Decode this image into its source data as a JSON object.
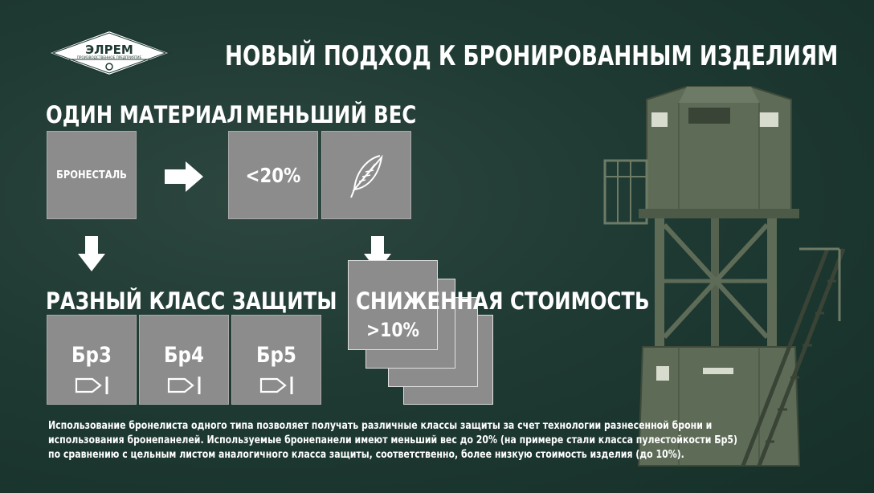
{
  "logo": {
    "brand": "ЭЛРЕМ",
    "tagline": "ПРОИЗВОДСТВЕННОЕ ПРЕДПРИЯТИЕ"
  },
  "title": "НОВЫЙ ПОДХОД К БРОНИРОВАННЫМ ИЗДЕЛИЯМ",
  "sections": {
    "material": {
      "heading": "ОДИН МАТЕРИАЛ",
      "box_label": "БРОНЕСТАЛЬ"
    },
    "weight": {
      "heading": "МЕНЬШИЙ ВЕС",
      "box_label": "<20%",
      "icon": "feather-icon"
    },
    "protection": {
      "heading": "РАЗНЫЙ КЛАСС ЗАЩИТЫ",
      "classes": [
        "Бр3",
        "Бр4",
        "Бр5"
      ],
      "icon": "bullet-icon"
    },
    "cost": {
      "heading": "СНИЖЕННАЯ СТОИМОСТЬ",
      "box_label": ">10%"
    }
  },
  "description": [
    "Использование бронелиста одного типа позволяет получать различные классы защиты за счет технологии разнесенной брони и",
    "использования бронепанелей. Используемые бронепанели имеют меньший вес до 20% (на примере стали класса пулестойкости Бр5)",
    "по сравнению с цельным листом аналогичного класса защиты, соответственно, более низкую стоимость изделия (до 10%)."
  ],
  "colors": {
    "background": "#1f3a33",
    "box": "#8c8c8c",
    "text": "#ffffff",
    "tower": "#5b6a55"
  }
}
